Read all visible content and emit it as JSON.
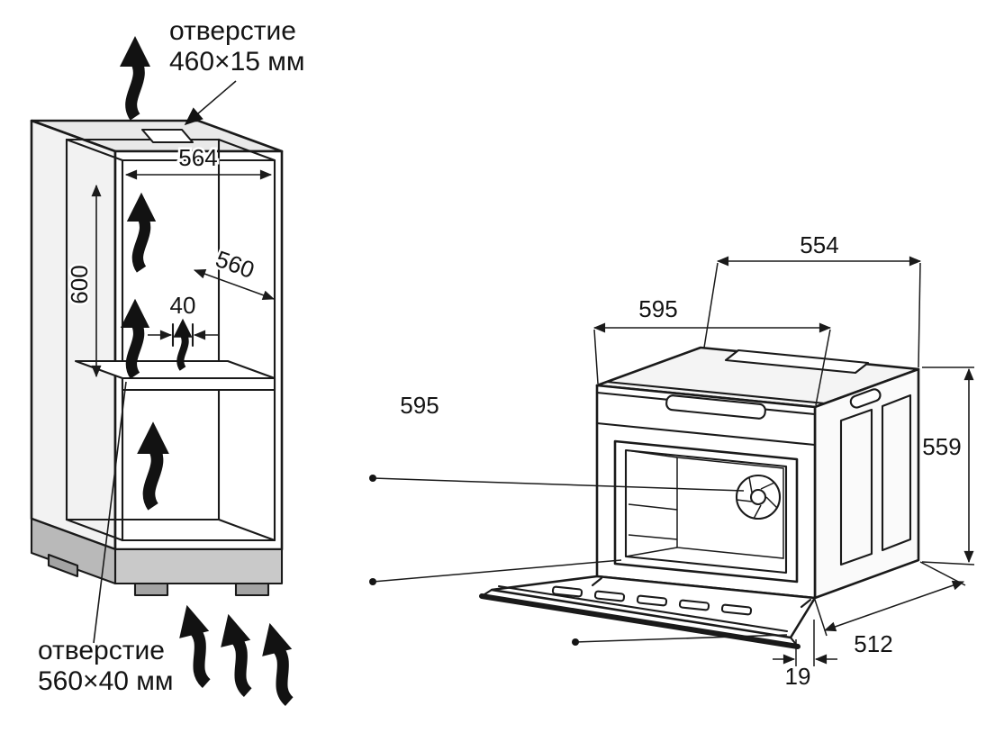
{
  "diagram": {
    "cabinet": {
      "top_vent_label": "отверстие",
      "top_vent_size": "460×15 мм",
      "bottom_vent_label": "отверстие",
      "bottom_vent_size": "560×40 мм",
      "inner_width_mm": "564",
      "inner_depth_mm": "560",
      "inner_height_mm": "600",
      "rear_gap_mm": "40"
    },
    "oven": {
      "body_width_mm": "554",
      "front_width_mm": "595",
      "front_height_mm": "595",
      "body_height_mm": "559",
      "body_depth_mm": "512",
      "door_clearance_mm": "19"
    },
    "colors": {
      "line": "#1a1a1a",
      "cabinet_top": "#e9e9e9",
      "cabinet_side": "#f2f2f2",
      "plinth": "#c9c9c9",
      "plinth_side": "#b9b9b9"
    }
  }
}
